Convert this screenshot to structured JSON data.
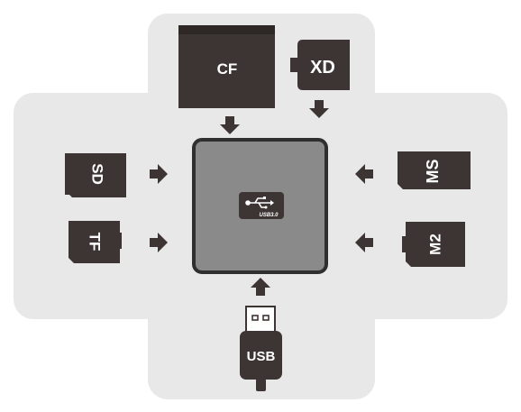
{
  "colors": {
    "background_panel": "#e8e8e8",
    "card": "#3d3533",
    "hub_fill": "#8a8a8a",
    "hub_border": "#2f2f2f",
    "arrow": "#3d3533"
  },
  "cards": {
    "cf": "CF",
    "xd": "XD",
    "sd": "SD",
    "tf": "TF",
    "ms": "MS",
    "m2": "M2"
  },
  "hub": {
    "usb_symbol": "usb-trident-icon",
    "badge_text": "USB3.0"
  },
  "usb_plug": {
    "label": "USB"
  }
}
